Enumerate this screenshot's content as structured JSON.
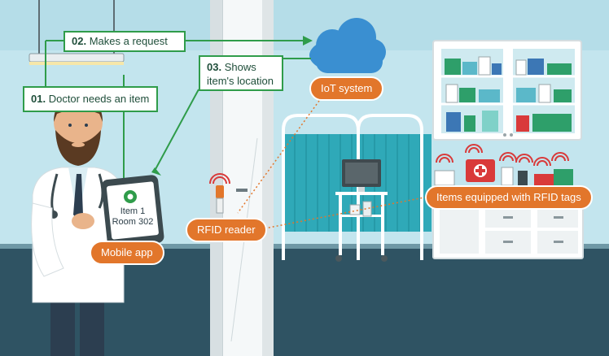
{
  "steps": [
    {
      "number": "01.",
      "text": "Doctor needs an item"
    },
    {
      "number": "02.",
      "text": "Makes a request"
    },
    {
      "number": "03.",
      "text_line1": "Shows",
      "text_line2": "item's location"
    }
  ],
  "labels": {
    "iot": "IoT system",
    "rfid_reader": "RFID reader",
    "mobile_app": "Mobile app",
    "rfid_items": "Items equipped with RFID tags"
  },
  "tablet": {
    "line1": "Item 1",
    "line2": "Room 302"
  },
  "colors": {
    "accent_orange": "#e2762b",
    "accent_green": "#2f9c4a",
    "cloud_blue": "#3a8fd1",
    "wall": "#bfe3ec",
    "floor": "#2f5363"
  }
}
